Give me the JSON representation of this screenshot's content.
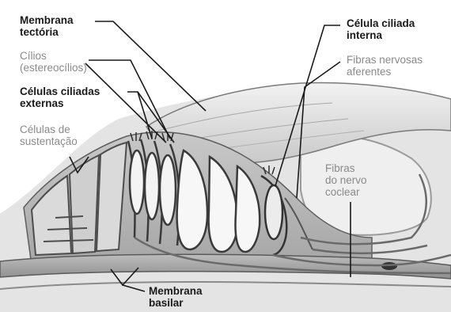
{
  "labels": {
    "membrana_tectoria": [
      "Membrana",
      "tectória"
    ],
    "cilios": [
      "Cílios",
      "(estereocílios)"
    ],
    "celulas_ciliadas_externas": [
      "Células ciliadas",
      "externas"
    ],
    "celulas_sustentacao": [
      "Células de",
      "sustentação"
    ],
    "celula_ciliada_interna": [
      "Célula ciliada",
      "interna"
    ],
    "fibras_aferentes": [
      "Fibras nervosas",
      "aferentes"
    ],
    "fibras_nervo_coclear": [
      "Fibras",
      "do nervo",
      "coclear"
    ],
    "membrana_basilar": [
      "Membrana",
      "basilar"
    ]
  }
}
